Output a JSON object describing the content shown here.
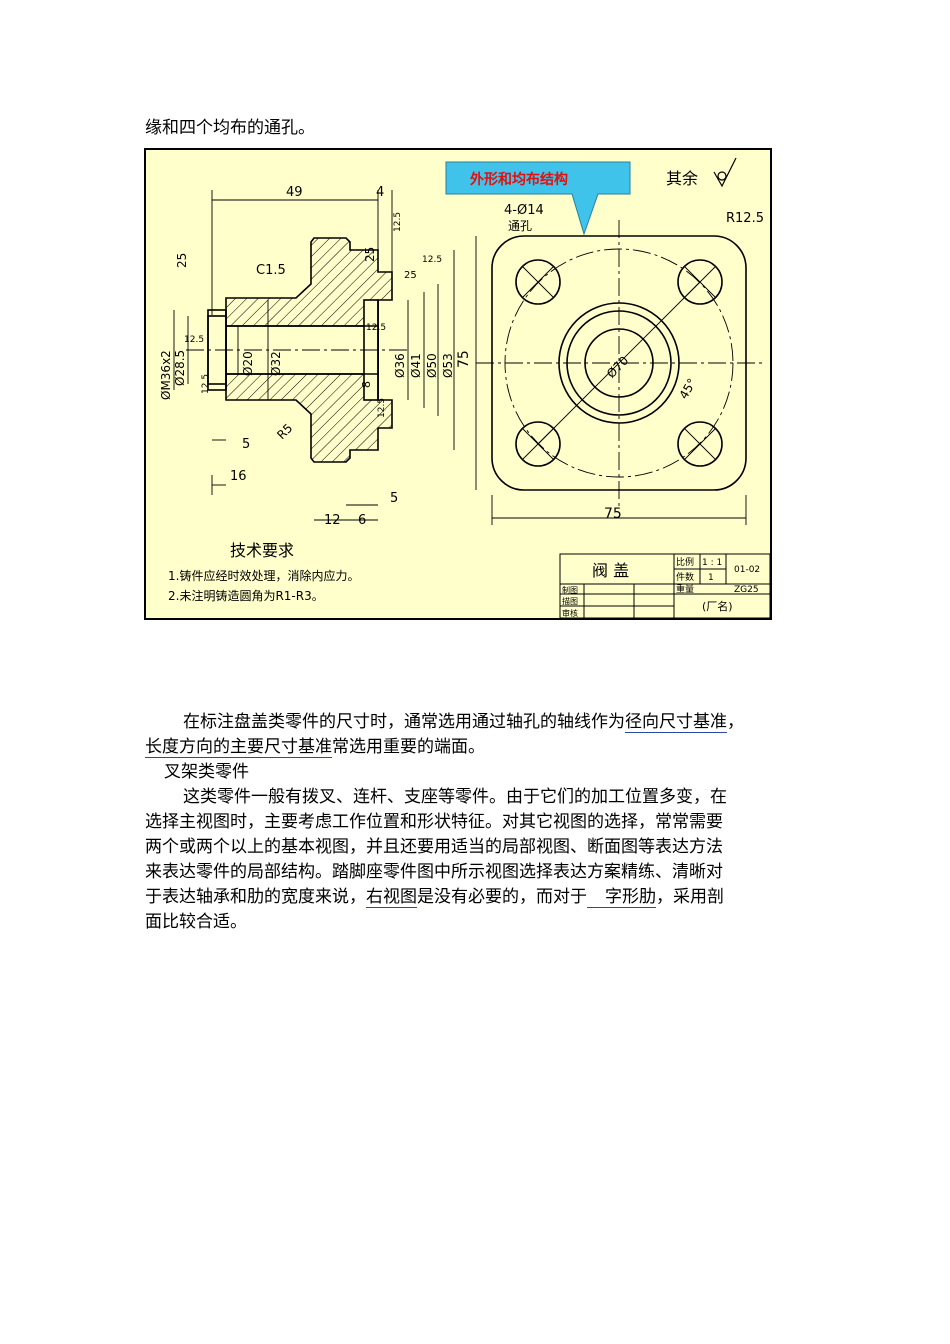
{
  "lead_text": "缘和四个均布的通孔。",
  "drawing": {
    "callout": "外形和均布结构",
    "rest_label": "其余",
    "dims": {
      "d49": "49",
      "d4": "4",
      "hole": "4-Ø14",
      "thru": "通孔",
      "r125": "R12.5",
      "c15": "C1.5",
      "r25a": "25",
      "r25b": "25",
      "r25c": "25",
      "r125a": "12.5",
      "r125b": "12.5",
      "r125c": "12.5",
      "r125d": "12.5",
      "r125e": "12.5",
      "r125f": "12.5",
      "m36": "ØM36x2",
      "d285": "Ø28.5",
      "d20": "Ø20",
      "d32": "Ø32",
      "d36": "Ø36",
      "d41": "Ø41",
      "d50": "Ø50",
      "d53": "Ø53",
      "d75v": "75",
      "d8": "8",
      "d5a": "5",
      "d16": "16",
      "r5": "R5",
      "d5b": "5",
      "d12": "12",
      "d6": "6",
      "d75h": "75",
      "d70": "Ø70",
      "a45": "45°"
    },
    "tech_title": "技术要求",
    "tech_items": [
      "1.铸件应经时效处理，消除内应力。",
      "2.未注明铸造圆角为R1-R3。"
    ],
    "title_block": {
      "part_name": "阀 盖",
      "scale_label": "比例",
      "scale_value": "1 : 1",
      "qty_label": "件数",
      "qty_value": "1",
      "drawing_no": "01-02",
      "weight_label": "重量",
      "material": "ZG25",
      "drawn": "制图",
      "traced": "描图",
      "checked": "审核",
      "factory": "(厂名)"
    }
  },
  "p1": {
    "a": "在标注盘盖类零件的尺寸时，通常选用通过轴孔的轴线作为",
    "b": "径向尺寸基准",
    "c": "，",
    "d": "长度方向的主要尺寸基准",
    "e": "常选用重要的端面。"
  },
  "heading": "叉架类零件",
  "p2": {
    "l1": "这类零件一般有拨叉、连杆、支座等零件。由于它们的加工位置多变，在",
    "l2": "选择主视图时，主要考虑工作位置和形状特征。对其它视图的选择，常常需要",
    "l3": "两个或两个以上的基本视图，并且还要用适当的局部视图、断面图等表达方法",
    "l4": "来表达零件的局部结构。踏脚座零件图中所示视图选择表达方案精练、清晰对",
    "l5a": "于表达轴承和肋的宽度来说，",
    "l5b": "右视图",
    "l5c": "是没有必要的，而对于",
    "l5d": "字形肋",
    "l5e": "，采用剖",
    "l6": "面比较合适。"
  }
}
